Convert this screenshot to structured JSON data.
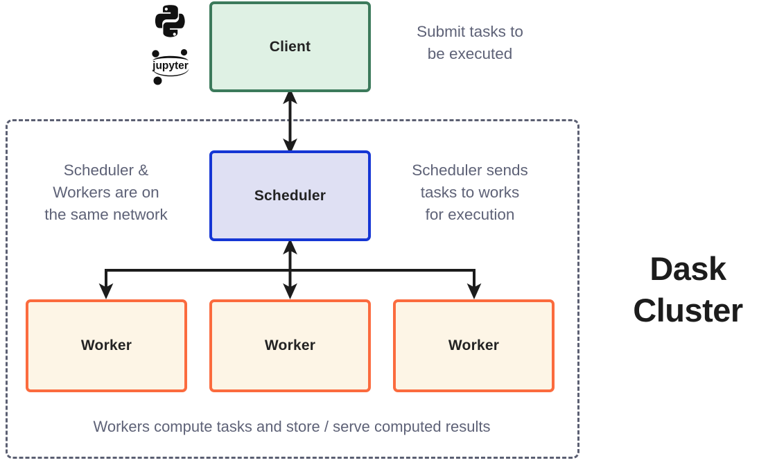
{
  "diagram": {
    "title": "Dask Cluster",
    "title_lines": "Dask\nCluster"
  },
  "nodes": {
    "client": {
      "label": "Client",
      "border_color": "#3c7a5b",
      "fill_color": "#dff1e4"
    },
    "scheduler": {
      "label": "Scheduler",
      "border_color": "#1536d4",
      "fill_color": "#dfe0f3"
    },
    "workers": [
      {
        "label": "Worker",
        "border_color": "#fb6b3e",
        "fill_color": "#fdf5e6"
      },
      {
        "label": "Worker",
        "border_color": "#fb6b3e",
        "fill_color": "#fdf5e6"
      },
      {
        "label": "Worker",
        "border_color": "#fb6b3e",
        "fill_color": "#fdf5e6"
      }
    ]
  },
  "annotations": {
    "submit": "Submit tasks to\nbe executed",
    "network": "Scheduler &\nWorkers are on\nthe same network",
    "sends": "Scheduler sends\ntasks to works\nfor execution",
    "compute": "Workers compute tasks and store / serve computed results",
    "text_color": "#5e6277"
  },
  "logos": {
    "python": "python-logo",
    "jupyter": "jupyter-logo",
    "jupyter_wordmark": "jupyter"
  },
  "boundary": {
    "style": "dashed",
    "color": "#5b5f72",
    "name": "dask-cluster-boundary"
  },
  "arrows": {
    "color": "#1c1c1c",
    "client_scheduler": "bidirectional",
    "scheduler_workers": "bidirectional-branching"
  }
}
